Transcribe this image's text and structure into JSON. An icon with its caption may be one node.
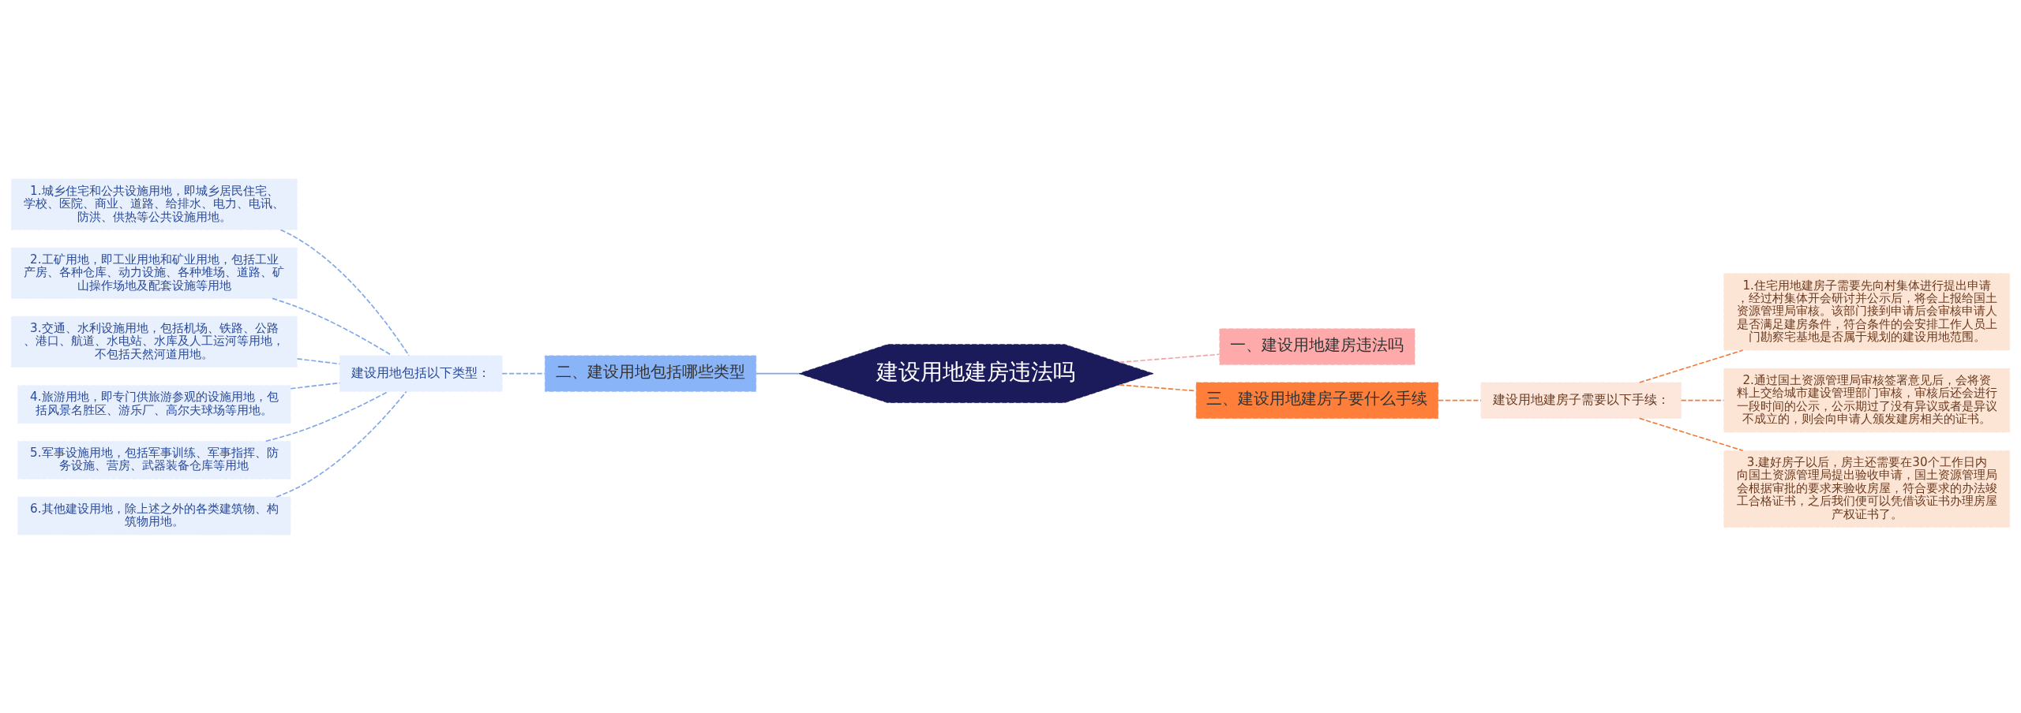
{
  "diagram": {
    "nodes": [
      {
        "text": [
          "建设用地建房违法吗"
        ]
      },
      {
        "text": [
          "一、建设用地建房违法吗"
        ]
      },
      {
        "text": [
          "二、建设用地包括哪些类型"
        ]
      },
      {
        "text": [
          "三、建设用地建房子要什么手续"
        ]
      },
      {
        "text": [
          "建设用地包括以下类型："
        ]
      },
      {
        "text": [
          "1.城乡住宅和公共设施用地，即城乡居民住宅、学校、医院、商业、道路、给排水、电力、电讯、防洪、供热等公共设施用地。"
        ]
      },
      {
        "text": [
          "2.工矿用地，即工业用地和矿业用地，包括工业产房、各种仓库、动力设施、各种堆场、道路、矿山操作场地及配套设施等用地"
        ]
      },
      {
        "text": [
          "3.交通、水利设施用地，包括机场、铁路、公路、港口、航道、水电站、水库及人工运河等用地，不包括天然河道用地。"
        ]
      },
      {
        "text": [
          "4.旅游用地，即专门供旅游参观的设施用地，包括风景名胜区、游乐厂、高尔夫球场等用地。"
        ]
      },
      {
        "text": [
          "5.军事设施用地，包括军事训练、军事指挥、防务设施、营房、武器装备仓库等用地"
        ]
      },
      {
        "text": [
          "6.其他建设用地，除上述之外的各类建筑物、构筑物用地。"
        ]
      },
      {
        "text": [
          "建设用地建房子需要以下手续："
        ]
      },
      {
        "text": [
          "1.住宅用地建房子需要先向村集体进行提出申请，经过村集体开会研讨并公示后，将会上报给国土资源管理局审核。该部门接到申请后会审核申请人是否满足建房条件，符合条件的会安排工作人员上门勘察宅基地是否属于规划的建设用地范围。"
        ]
      },
      {
        "text": [
          "2.通过国土资源管理局审核签署意见后，会将资料上交给城市建设管理部门审核，审核后还会进行一段时间的公示，公示期过了没有异议或者是异议不成立的，则会向申请人颁发建房相关的证书。"
        ]
      },
      {
        "text": [
          "3.建好房子以后，房主还需要在30个工作日内向国土资源管理局提出验收申请，国土资源管理局会根据审批的要求来验收房屋，符合要求的办法竣工合格证书，之后我们便可以凭借该证书办理房屋产权证书了。"
        ]
      }
    ],
    "edges": [
      {
        "from": 0,
        "to": 1,
        "arrow": "none",
        "style": "dashed",
        "color": "#f4a3a3"
      },
      {
        "from": 0,
        "to": 2,
        "arrow": "none"
      },
      {
        "from": 0,
        "to": 3,
        "arrow": "none",
        "style": "dashed",
        "color": "#f07c3c"
      },
      {
        "from": 2,
        "to": 4,
        "arrow": "none",
        "style": "dashed"
      },
      {
        "from": 4,
        "to": 5,
        "arrow": "none",
        "style": "dashed"
      },
      {
        "from": 4,
        "to": 6,
        "arrow": "none",
        "style": "dashed"
      },
      {
        "from": 4,
        "to": 7,
        "arrow": "none",
        "style": "dashed"
      },
      {
        "from": 4,
        "to": 8,
        "arrow": "none",
        "style": "dashed"
      },
      {
        "from": 4,
        "to": 9,
        "arrow": "none",
        "style": "dashed"
      },
      {
        "from": 4,
        "to": 10,
        "arrow": "none",
        "style": "dashed"
      },
      {
        "from": 3,
        "to": 11,
        "arrow": "none",
        "style": "dashed",
        "color": "#f07c3c"
      },
      {
        "from": 11,
        "to": 12,
        "arrow": "none",
        "style": "dashed",
        "color": "#f07c3c"
      },
      {
        "from": 11,
        "to": 13,
        "arrow": "none",
        "style": "dashed",
        "color": "#f07c3c"
      },
      {
        "from": 11,
        "to": 14,
        "arrow": "none",
        "style": "dashed",
        "color": "#f07c3c"
      }
    ]
  }
}
